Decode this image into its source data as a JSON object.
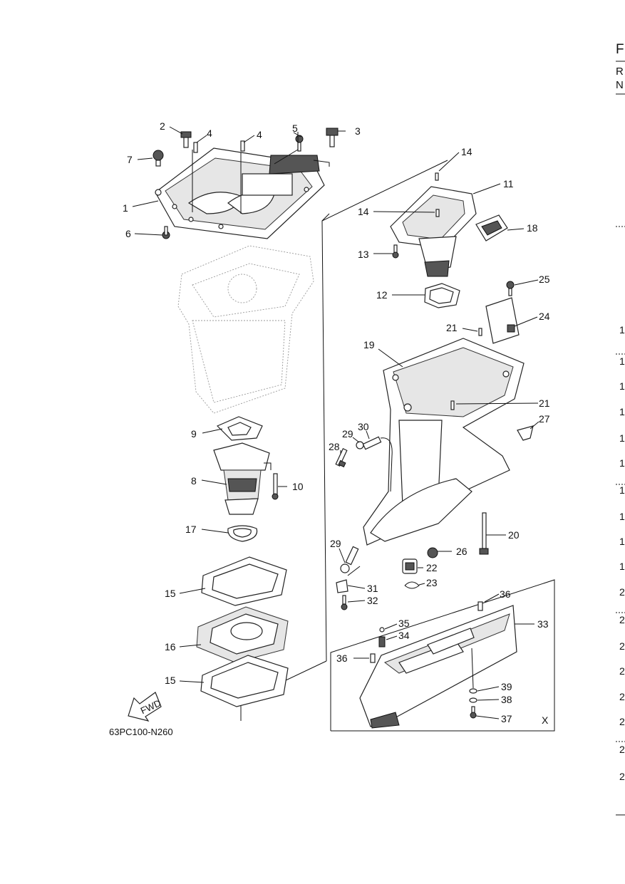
{
  "diagram_code": "63PC100-N260",
  "fwd_label": "FWD",
  "inset_label": "X",
  "callouts": {
    "p1": "1",
    "p2": "2",
    "p3": "3",
    "p4a": "4",
    "p4b": "4",
    "p5": "5",
    "p6": "6",
    "p7": "7",
    "p8": "8",
    "p9": "9",
    "p10": "10",
    "p11": "11",
    "p12": "12",
    "p13": "13",
    "p14a": "14",
    "p14b": "14",
    "p15a": "15",
    "p15b": "15",
    "p16": "16",
    "p17": "17",
    "p18": "18",
    "p19": "19",
    "p20": "20",
    "p21a": "21",
    "p21b": "21",
    "p22": "22",
    "p23": "23",
    "p24": "24",
    "p25": "25",
    "p26": "26",
    "p27": "27",
    "p28": "28",
    "p29a": "29",
    "p29b": "29",
    "p30": "30",
    "p31": "31",
    "p32": "32",
    "p33": "33",
    "p34": "34",
    "p35": "35",
    "p36a": "36",
    "p36b": "36",
    "p37": "37",
    "p38": "38",
    "p39": "39"
  },
  "right_edge": {
    "header": [
      "F",
      "R",
      "N"
    ],
    "numbers": [
      "1",
      "1",
      "1",
      "1",
      "1",
      "1",
      "1",
      "1",
      "1",
      "1",
      "2",
      "2",
      "2",
      "2",
      "2",
      "2",
      "2",
      "2"
    ]
  }
}
